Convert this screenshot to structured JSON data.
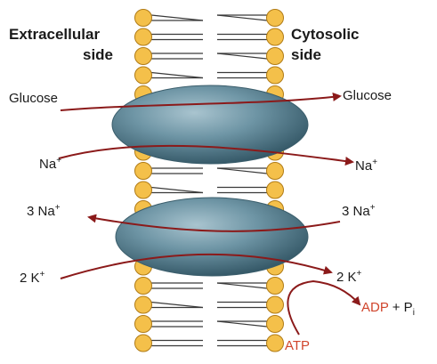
{
  "headings": {
    "extracellular_line1": "Extracellular",
    "extracellular_line2": "side",
    "cytosolic_line1": "Cytosolic",
    "cytosolic_line2": "side"
  },
  "labels": {
    "glucose_left": "Glucose",
    "glucose_right": "Glucose",
    "na_left": "Na",
    "na_left_charge": "+",
    "na_right": "Na",
    "na_right_charge": "+",
    "three_na_left": "3 Na",
    "three_na_left_charge": "+",
    "three_na_right": "3 Na",
    "three_na_right_charge": "+",
    "two_k_left": "2 K",
    "two_k_left_charge": "+",
    "two_k_right": "2 K",
    "two_k_right_charge": "+",
    "adp": "ADP",
    "plus_pi": " + P",
    "pi_subscript": "i",
    "atp": "ATP"
  },
  "colors": {
    "head_group": "#f4c04a",
    "head_outline": "#b07b16",
    "tail": "#3a3a3a",
    "protein": "#5d8595",
    "protein_dark": "#3b5e6c",
    "arrow": "#8b1a1a",
    "atp_text": "#d0452c"
  }
}
